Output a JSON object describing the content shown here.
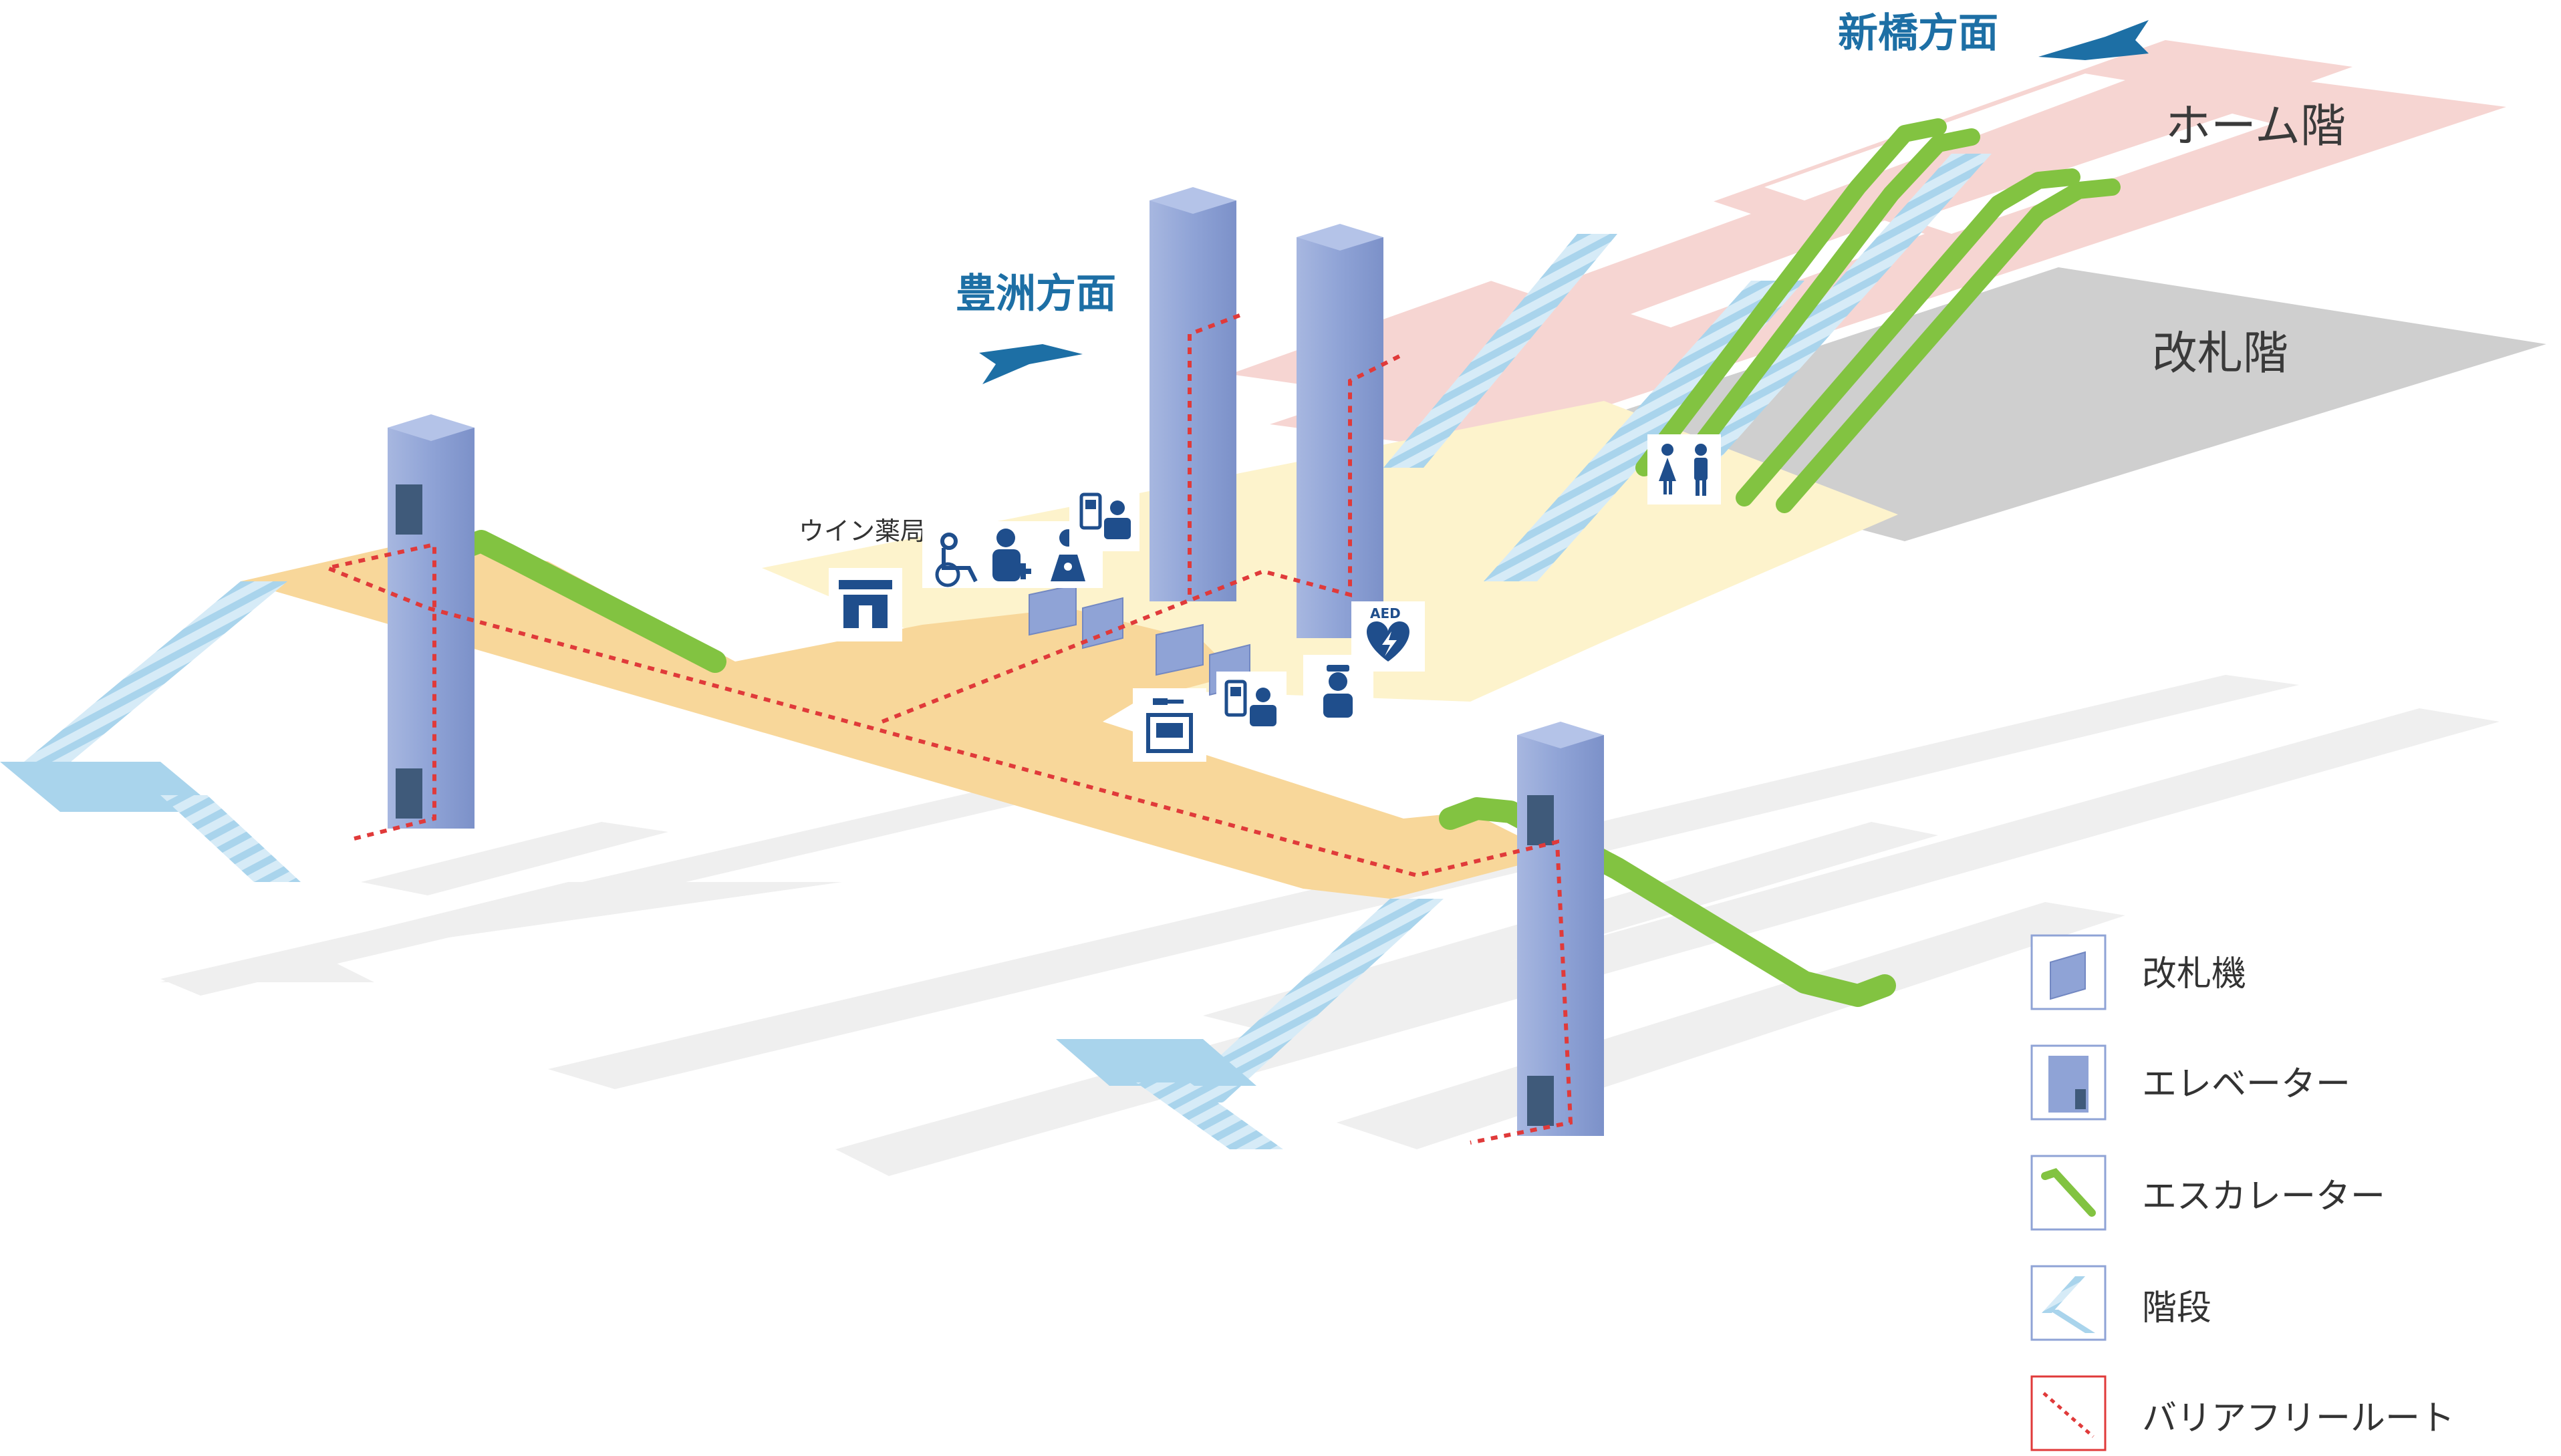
{
  "directions": {
    "toyosu": "豊洲方面",
    "shimbashi": "新橋方面"
  },
  "floors": {
    "platform": "ホーム階",
    "concourse": "改札階"
  },
  "shop": {
    "name": "ウイン薬局"
  },
  "facilities": {
    "aed_text": "AED"
  },
  "legend": [
    {
      "key": "ticket_gate",
      "label": "改札機"
    },
    {
      "key": "elevator",
      "label": "エレベーター"
    },
    {
      "key": "escalator",
      "label": "エスカレーター"
    },
    {
      "key": "stairs",
      "label": "階段"
    },
    {
      "key": "barrier_free",
      "label": "バリアフリールート"
    }
  ],
  "colors": {
    "platform": "#f6d3d0",
    "concourse_gray": "#cfcfcf",
    "concourse_cream": "#fdf3cc",
    "walkway": "#f8d79a",
    "elevator": "#8fa3d6",
    "escalator": "#82c341",
    "stairs": "#a9d4ec",
    "route": "#e03a3a",
    "icon_navy": "#1f4e8c",
    "direction_blue": "#1d6fa5"
  }
}
